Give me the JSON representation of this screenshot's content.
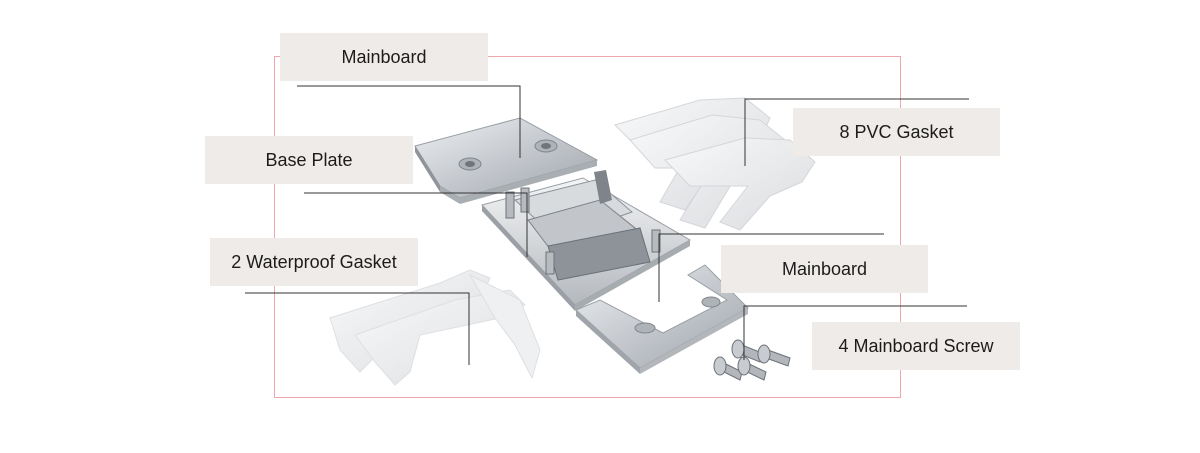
{
  "labels": {
    "mainboard_top": "Mainboard",
    "base_plate": "Base Plate",
    "waterproof_gasket": "2 Waterproof Gasket",
    "pvc_gasket": "8 PVC Gasket",
    "mainboard_right": "Mainboard",
    "mainboard_screw": "4 Mainboard Screw"
  },
  "colors": {
    "frame_border": "#f0a6ad",
    "label_bg": "#efebe8",
    "leader_line": "#333333",
    "metal": "#c9cdd2",
    "gasket": "#e9eaec"
  },
  "parts": {
    "main_plate_icon": "metal-plate",
    "base_plate_icon": "hinge-base",
    "bracket_icon": "l-bracket",
    "pvc_icon": "clear-pvc-gaskets",
    "waterproof_icon": "waterproof-gaskets",
    "screws_icon": "screws"
  }
}
